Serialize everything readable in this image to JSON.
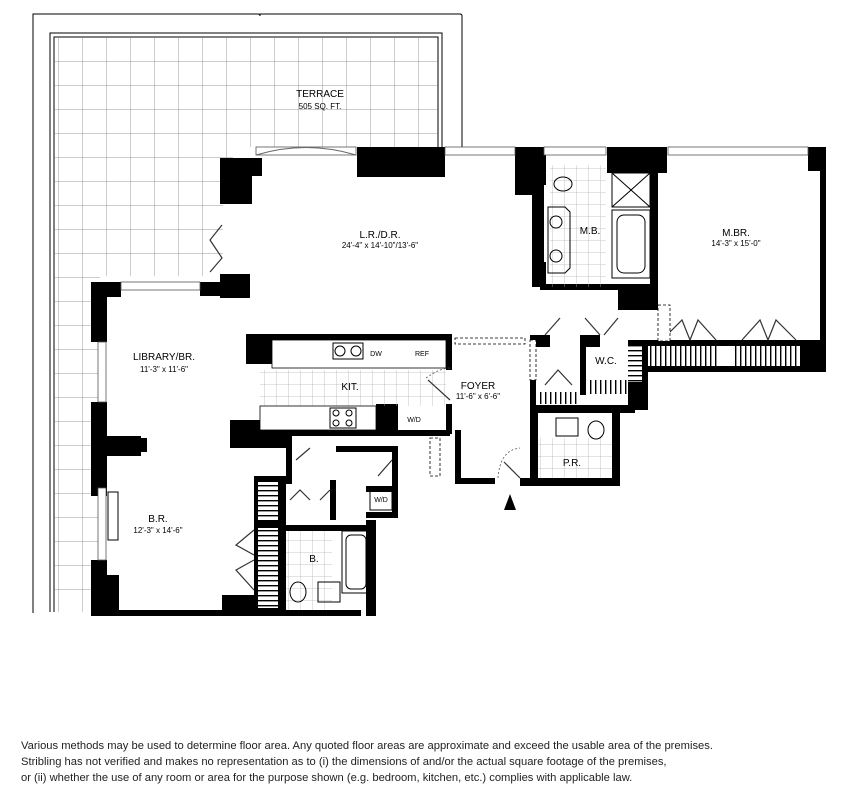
{
  "floor_plan": {
    "rooms": [
      {
        "id": "terrace",
        "name": "TERRACE",
        "area": "505 SQ. FT."
      },
      {
        "id": "living-dining",
        "name": "L.R./D.R.",
        "dimensions": "24'-4\" x 14'-10\"/13'-6\""
      },
      {
        "id": "master-bedroom",
        "name": "M.BR.",
        "dimensions": "14'-3\" x 15'-0\""
      },
      {
        "id": "master-bath",
        "name": "M.B."
      },
      {
        "id": "library-bedroom",
        "name": "LIBRARY/BR.",
        "dimensions": "11'-3\" x 11'-6\""
      },
      {
        "id": "kitchen",
        "name": "KIT."
      },
      {
        "id": "foyer",
        "name": "FOYER",
        "dimensions": "11'-6\" x 6'-6\""
      },
      {
        "id": "walk-in-closet",
        "name": "W.C."
      },
      {
        "id": "powder-room",
        "name": "P.R."
      },
      {
        "id": "bedroom",
        "name": "B.R.",
        "dimensions": "12'-3\" x 14'-6\""
      },
      {
        "id": "bath",
        "name": "B."
      }
    ],
    "fixtures": {
      "washer_dryer": "W/D",
      "kitchen_wd": "W/D",
      "dishwasher": "DW",
      "refrigerator": "REF"
    },
    "entry_marker": "entry-arrow"
  },
  "disclaimer": {
    "lines": [
      "Various methods may be used to determine floor area.  Any quoted floor areas are approximate and exceed the usable area of the premises.",
      "Stribling has not verified and makes no representation as to (i) the dimensions of and/or the actual square footage of the premises,",
      "or (ii) whether the use of any room or area for the purpose shown (e.g. bedroom, kitchen, etc.) complies with applicable law."
    ]
  }
}
